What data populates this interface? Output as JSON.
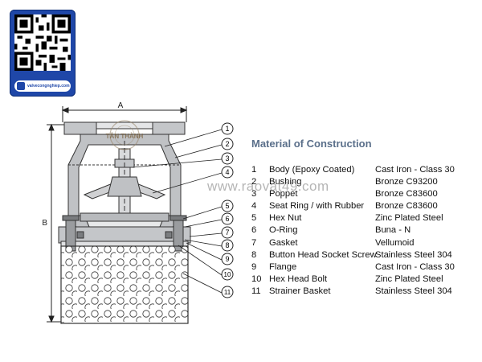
{
  "qr": {
    "site_text": "valvecongnghiep.com"
  },
  "drawing": {
    "dimension_a": "A",
    "dimension_b": "B",
    "stamp": "TÂN THÀNH",
    "watermark": "www.raovat49.com",
    "callouts": [
      "1",
      "2",
      "3",
      "4",
      "5",
      "6",
      "7",
      "8",
      "9",
      "10",
      "11"
    ]
  },
  "materials": {
    "title": "Material of Construction",
    "rows": [
      {
        "num": "1",
        "part": "Body    (Epoxy Coated)",
        "material": "Cast Iron - Class 30"
      },
      {
        "num": "2",
        "part": "Bushing",
        "material": "Bronze  C93200"
      },
      {
        "num": "3",
        "part": "Poppet",
        "material": "Bronze  C83600"
      },
      {
        "num": "4",
        "part": "Seat Ring / with Rubber",
        "material": "Bronze  C83600"
      },
      {
        "num": "5",
        "part": "Hex Nut",
        "material": "Zinc Plated Steel"
      },
      {
        "num": "6",
        "part": "O-Ring",
        "material": "Buna - N"
      },
      {
        "num": "7",
        "part": "Gasket",
        "material": "Vellumoid"
      },
      {
        "num": "8",
        "part": "Button Head Socket Screw",
        "material": "Stainless Steel 304"
      },
      {
        "num": "9",
        "part": "Flange",
        "material": "Cast Iron - Class 30"
      },
      {
        "num": "10",
        "part": "Hex Head Bolt",
        "material": "Zinc Plated Steel"
      },
      {
        "num": "11",
        "part": "Strainer Basket",
        "material": "Stainless Steel 304"
      }
    ]
  },
  "colors": {
    "brand_blue": "#1f47a8",
    "title_gray": "#5a6f8a",
    "body_gray": "#bfc1c4"
  }
}
